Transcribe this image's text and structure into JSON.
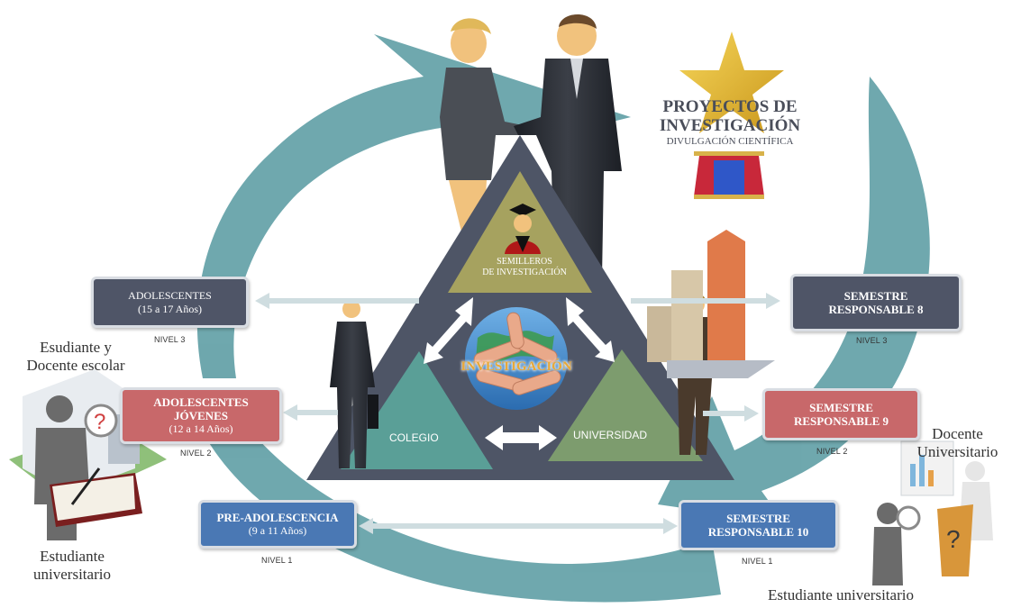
{
  "center": {
    "label": "INVESTIGACIÓN",
    "accent": "#e8a838"
  },
  "triangle": {
    "top_label": "SEMILLEROS\nDE INVESTIGACIÓN",
    "left_label": "COLEGIO",
    "right_label": "UNIVERSIDAD",
    "colors": {
      "outer": "#4e5566",
      "top": "#a6a25f",
      "left": "#5a9f97",
      "right": "#7d9c6e"
    }
  },
  "projects": {
    "line1": "PROYECTOS DE",
    "line2": "INVESTIGACIÓN",
    "sub": "DIVULGACIÓN CIENTÍFICA"
  },
  "left_boxes": [
    {
      "title": "ADOLESCENTES",
      "sub": "(15 a 17 Años)",
      "level": "NIVEL 3",
      "color": "#4f5567"
    },
    {
      "title": "ADOLESCENTES JÓVENES",
      "sub": "(12 a  14 Años)",
      "level": "NIVEL 2",
      "color": "#c8686a"
    },
    {
      "title": "PRE-ADOLESCENCIA",
      "sub": "(9 a  11 Años)",
      "level": "NIVEL 1",
      "color": "#4a78b4"
    }
  ],
  "right_boxes": [
    {
      "title": "SEMESTRE",
      "sub": "RESPONSABLE 8",
      "level": "NIVEL 3",
      "color": "#4f5567"
    },
    {
      "title": "SEMESTRE",
      "sub": "RESPONSABLE 9",
      "level": "NIVEL 2",
      "color": "#c8686a"
    },
    {
      "title": "SEMESTRE",
      "sub": "RESPONSABLE 10",
      "level": "NIVEL 1",
      "color": "#4a78b4"
    }
  ],
  "captions": {
    "left_top": "Esudiante y\nDocente escolar",
    "left_bottom": "Estudiante\nuniversitario",
    "right_top": "Docente\nUniversitario",
    "right_bottom": "Estudiante universitario"
  },
  "colors": {
    "cycle": "#5f9ea5",
    "arrow": "#cfdde0"
  }
}
